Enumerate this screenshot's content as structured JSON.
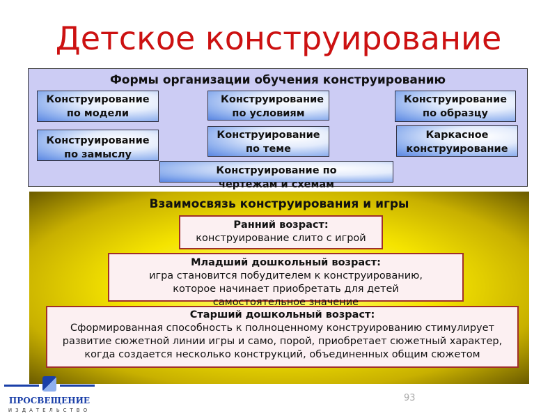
{
  "title": "Детское конструирование",
  "forms": {
    "heading": "Формы организации обучения конструированию",
    "items": [
      "Конструирование по модели",
      "Конструирование по условиям",
      "Конструирование по образцу",
      "Конструирование по замыслу",
      "Конструирование по теме",
      "Каркасное конструирование",
      "Конструирование по чертежам и схемам"
    ]
  },
  "game": {
    "heading": "Взаимосвязь конструирования и игры",
    "stages": [
      {
        "title": "Ранний возраст:",
        "text": "конструирование слито с игрой"
      },
      {
        "title": "Младший дошкольный возраст:",
        "text": "игра становится побудителем к конструированию, которое начинает приобретать для детей самостоятельное значение"
      },
      {
        "title": "Старший дошкольный возраст:",
        "text": "Сформированная способность к полноценному конструированию стимулирует развитие сюжетной линии игры и само, порой, приобретает сюжетный характер, когда создается несколько конструкций, объединенных общим сюжетом"
      }
    ]
  },
  "logo": {
    "name": "ПРОСВЕЩЕНИЕ",
    "sub": "ИЗДАТЕЛЬСТВО",
    "color": "#1a3fa8"
  },
  "page_number": "93"
}
